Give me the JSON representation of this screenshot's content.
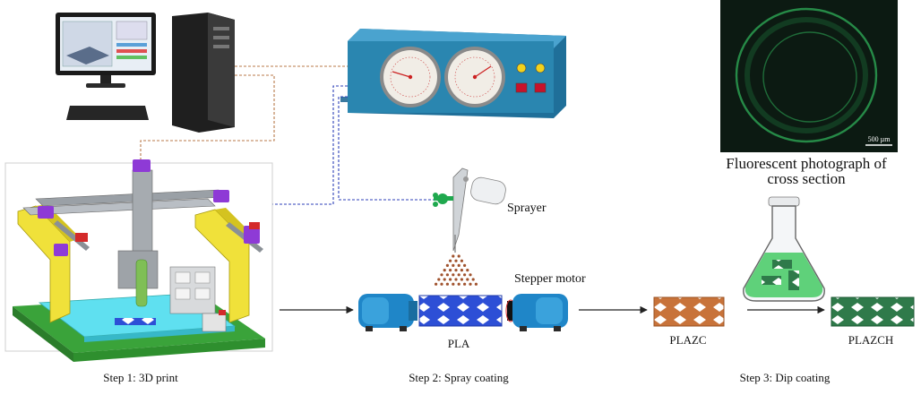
{
  "labels": {
    "step1": "Step 1: 3D print",
    "step2": "Step 2: Spray coating",
    "step3": "Step 3: Dip coating",
    "sprayer": "Sprayer",
    "stepper_motor": "Stepper motor",
    "pla": "PLA",
    "plazc": "PLAZC",
    "plazch": "PLAZCH",
    "fluoro_line1": "Fluorescent photograph of",
    "fluoro_line2": "cross section",
    "scale_bar": "500 µm"
  },
  "colors": {
    "printer_frame": "#f0e13a",
    "printer_base": "#3aa33a",
    "printer_bed": "#5fe0f0",
    "motor_blue": "#1f86c8",
    "pla_blue": "#2d4fd6",
    "plazc_orange": "#c8733a",
    "plazch_green": "#2f7a4a",
    "controller": "#2a86b0",
    "fluoro_bg": "#0c1a12",
    "fluoro_ring": "#2fb05a",
    "wire_orange": "#b9794a",
    "wire_blue": "#2c3fb8"
  }
}
